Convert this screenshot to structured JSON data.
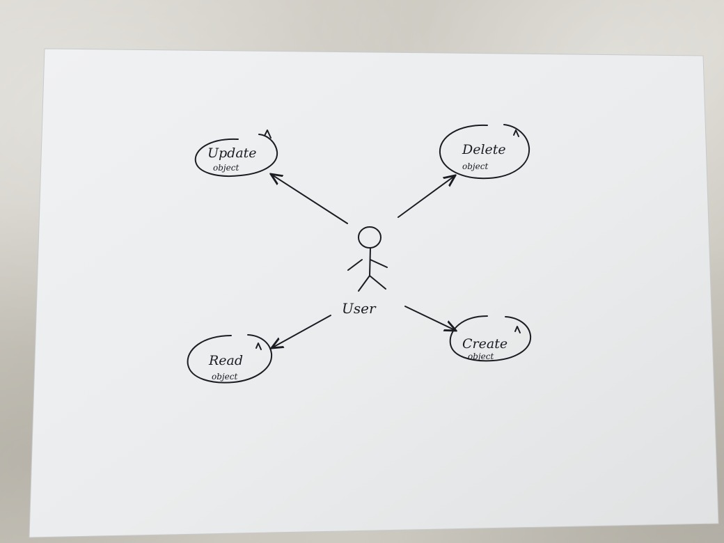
{
  "actor": {
    "name": "User"
  },
  "use_cases": [
    {
      "id": "update",
      "title": "Update",
      "subtitle": "object"
    },
    {
      "id": "delete",
      "title": "Delete",
      "subtitle": "object"
    },
    {
      "id": "read",
      "title": "Read",
      "subtitle": "object"
    },
    {
      "id": "create",
      "title": "Create",
      "subtitle": "object"
    }
  ],
  "colors": {
    "ink": "#1b1b22",
    "paper": "#eceef0",
    "background": "#cfccc4"
  }
}
